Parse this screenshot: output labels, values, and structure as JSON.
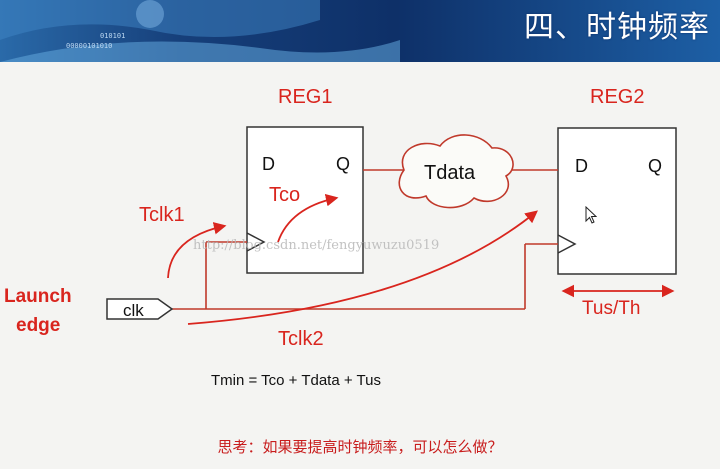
{
  "header": {
    "title": "四、时钟频率"
  },
  "banner_bits": [
    "010101",
    "00000101010"
  ],
  "registers": {
    "reg1": "REG1",
    "reg2": "REG2",
    "d_pin": "D",
    "q_pin": "Q"
  },
  "labels": {
    "tdata": "Tdata",
    "tco": "Tco",
    "tclk1": "Tclk1",
    "tclk2": "Tclk2",
    "tus_th": "Tus/Th",
    "clk": "clk",
    "launch": "Launch",
    "edge": "edge"
  },
  "watermark": "http://blog.csdn.net/fengyuwuzu0519",
  "formula": "Tmin = Tco + Tdata + Tus",
  "question": "思考：如果要提高时钟频率，可以怎么做？",
  "colors": {
    "accent_red": "#d9251e",
    "banner_blue": "#1c4f97",
    "wire": "#c0392b"
  }
}
